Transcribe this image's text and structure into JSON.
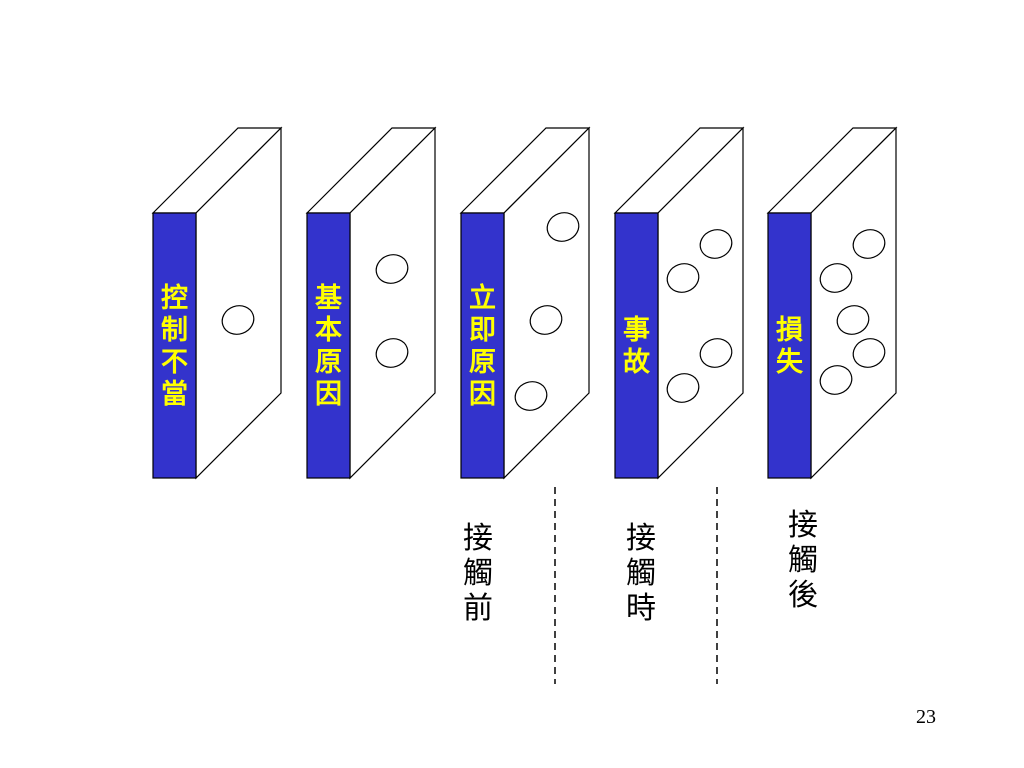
{
  "slide": {
    "page_number": "23",
    "colors": {
      "spine": "#3333CC",
      "spine_text": "#FFFF00",
      "outline": "#000000",
      "face": "#FFFFFF"
    }
  },
  "dominoes": [
    {
      "label": "控制不當",
      "holes": 1
    },
    {
      "label": "基本原因",
      "holes": 2
    },
    {
      "label": "立即原因",
      "holes": 3
    },
    {
      "label": "事故",
      "holes": 4
    },
    {
      "label": "損失",
      "holes": 5
    }
  ],
  "phases": [
    {
      "label": "接觸前"
    },
    {
      "label": "接觸時"
    },
    {
      "label": "接觸後"
    }
  ]
}
